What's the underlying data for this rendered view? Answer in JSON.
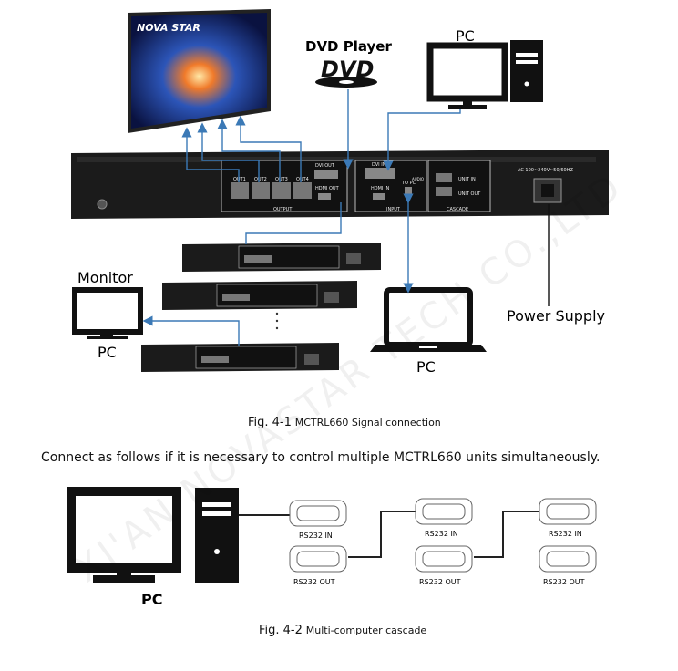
{
  "figure1": {
    "labels": {
      "dvd_player": "DVD Player",
      "dvd_logo": "DVD",
      "pc_top": "PC",
      "monitor": "Monitor",
      "pc_monitor": "PC",
      "power_supply": "Power Supply",
      "pc_laptop": "PC"
    },
    "screen_brand": "NOVA STAR",
    "panel": {
      "out_ports": [
        "OUT1",
        "OUT2",
        "OUT3",
        "OUT4"
      ],
      "dvi_out": "DVI OUT",
      "hdmi_out": "HDMI OUT",
      "output": "OUTPUT",
      "dvi_in": "DVI IN",
      "hdmi_in": "HDMI IN",
      "to_pc": "TO PC",
      "audio": "AUDIO",
      "input": "INPUT",
      "unit_in": "UNIT IN",
      "unit_out": "UNIT OUT",
      "cascade": "CASCADE",
      "ac": "AC 100~240V~50/60HZ"
    },
    "caption_num": "Fig. 4-1",
    "caption_text": "MCTRL660 Signal connection"
  },
  "intro_text": "Connect as follows if it is necessary to control multiple MCTRL660 units simultaneously.",
  "figure2": {
    "pc_label": "PC",
    "ports": [
      {
        "in": "RS232  IN",
        "out": "RS232  OUT"
      },
      {
        "in": "RS232  IN",
        "out": "RS232  OUT"
      },
      {
        "in": "RS232  IN",
        "out": "RS232  OUT"
      }
    ],
    "caption_num": "Fig. 4-2",
    "caption_text": "Multi-computer cascade"
  },
  "watermark": "XI'AN NOVASTAR TECH CO.,LTD",
  "colors": {
    "arrow": "#3b79b6",
    "device": "#1a1a1a",
    "cable": "#222222"
  }
}
